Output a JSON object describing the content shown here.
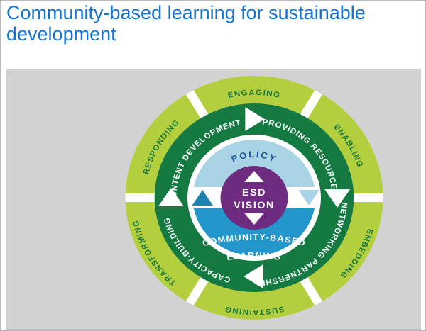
{
  "title": {
    "line1": "Community-based learning for sustainable",
    "line2": "development"
  },
  "colors": {
    "title_blue": "#1474d4",
    "panel_bg": "#d2d2d2",
    "outer_ring_lime": "#b3cf3d",
    "outer_label_green": "#1c7a3f",
    "middle_ring_green": "#147a42",
    "inner_top_light_blue": "#a9d4e6",
    "inner_bottom_blue": "#2397cb",
    "left_triangle_teal": "#1d82b0",
    "right_triangle_light_blue": "#a9d4e6",
    "center_purple": "#6d2c80",
    "policy_navy": "#1f5596",
    "arrow_white": "#ffffff"
  },
  "diagram": {
    "outer_ring": {
      "top": "ENGAGING",
      "top_right": "ENABLING",
      "bottom_right": "EMBEDDING",
      "bottom": "SUSTAINING",
      "bottom_left": "TRANSFORMING",
      "top_left": "RESPONDING"
    },
    "middle_ring": {
      "top_left": "CONTENT DEVELOPMENT",
      "top_right": "PROVIDING RESOURCES",
      "bottom_right": "NETWORKING PARTNERSHIP",
      "bottom_left": "CAPACITY-BUILDING"
    },
    "inner_circle": {
      "top": "POLICY",
      "bottom_line1": "COMMUNITY-BASED",
      "bottom_line2": "LEARNING"
    },
    "center": {
      "line1": "ESD",
      "line2": "VISION"
    },
    "icons": {
      "flow_arrows": "white clockwise triangle arrows in middle ring (right, down, left, up)",
      "center_arrows": "white up and down triangles inside purple circle",
      "band_arrows": "teal up-triangle left of center, light-blue down-triangle right of center"
    }
  }
}
